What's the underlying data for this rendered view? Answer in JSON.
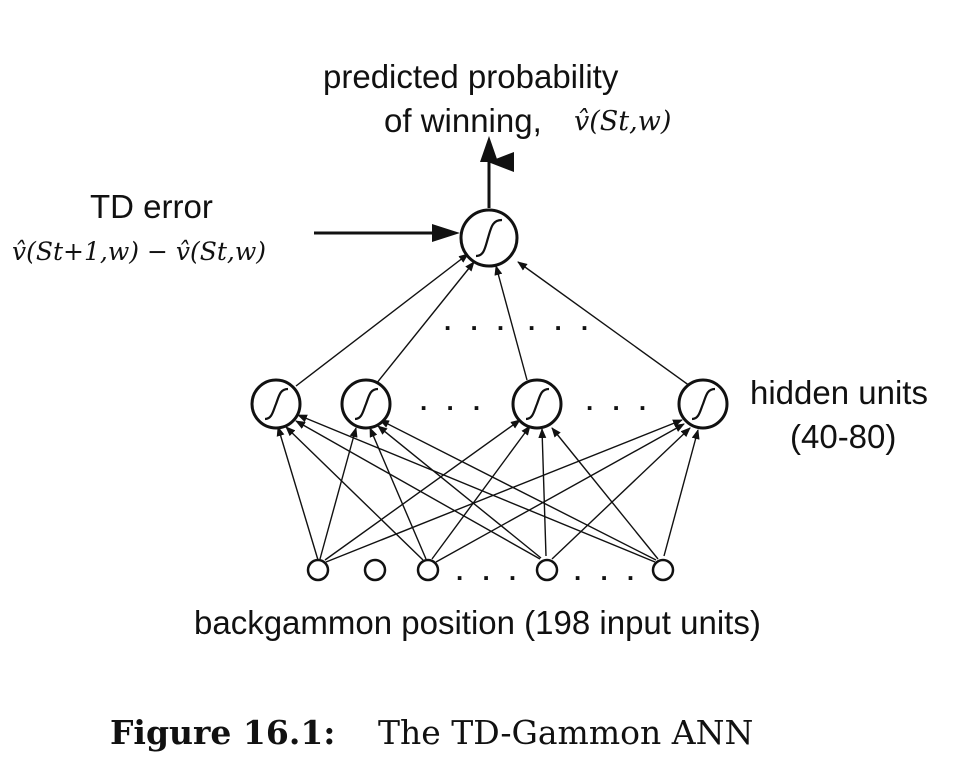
{
  "output": {
    "label_line1": "predicted probability",
    "label_line2": "of winning,",
    "label_math": "v̂(St,w)"
  },
  "td_error": {
    "label": "TD error",
    "math": "v̂(St+1,w) − v̂(St,w)"
  },
  "hidden": {
    "label_line1": "hidden units",
    "label_line2": "(40-80)"
  },
  "input": {
    "label": "backgammon position (198 input units)"
  },
  "ellipsis": ". . .",
  "caption": {
    "prefix": "Figure 16.1:",
    "text": "The TD-Gammon ANN"
  }
}
